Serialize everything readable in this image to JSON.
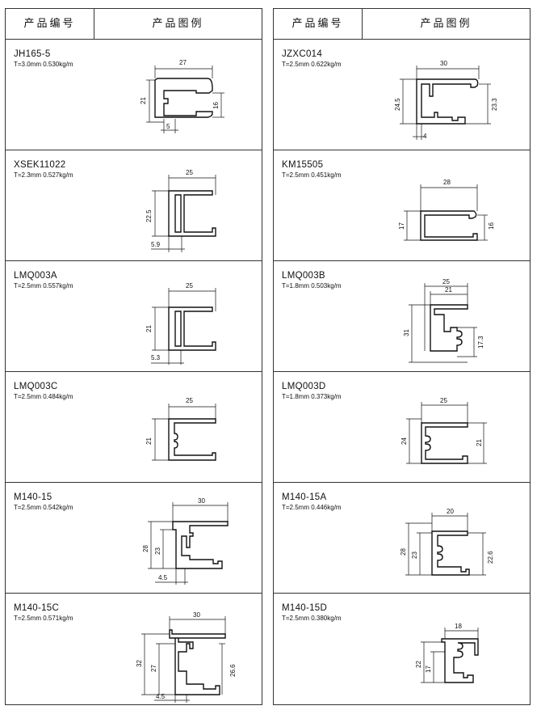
{
  "headers": {
    "code": "产品编号",
    "figure": "产品图例"
  },
  "left": [
    {
      "code": "JH165-5",
      "spec": "T=3.0mm  0.530kg/m",
      "dims": [
        "27",
        "21",
        "16",
        "5"
      ]
    },
    {
      "code": "XSEK11022",
      "spec": "T=2.3mm  0.527kg/m",
      "dims": [
        "25",
        "22.5",
        "5.9"
      ]
    },
    {
      "code": "LMQ003A",
      "spec": "T=2.5mm  0.557kg/m",
      "dims": [
        "25",
        "21",
        "5.3"
      ]
    },
    {
      "code": "LMQ003C",
      "spec": "T=2.5mm  0.484kg/m",
      "dims": [
        "25",
        "21"
      ]
    },
    {
      "code": "M140-15",
      "spec": "T=2.5mm  0.542kg/m",
      "dims": [
        "30",
        "28",
        "23",
        "4.5"
      ]
    },
    {
      "code": "M140-15C",
      "spec": "T=2.5mm  0.571kg/m",
      "dims": [
        "30",
        "32",
        "27",
        "26.6",
        "4.5"
      ]
    }
  ],
  "right": [
    {
      "code": "JZXC014",
      "spec": "T=2.5mm  0.622kg/m",
      "dims": [
        "30",
        "24.5",
        "23.3",
        "4"
      ]
    },
    {
      "code": "KM15505",
      "spec": "T=2.5mm  0.451kg/m",
      "dims": [
        "28",
        "17",
        "16"
      ]
    },
    {
      "code": "LMQ003B",
      "spec": "T=1.8mm  0.503kg/m",
      "dims": [
        "25",
        "21",
        "31",
        "17.3"
      ]
    },
    {
      "code": "LMQ003D",
      "spec": "T=1.8mm  0.373kg/m",
      "dims": [
        "25",
        "24",
        "21"
      ]
    },
    {
      "code": "M140-15A",
      "spec": "T=2.5mm  0.446kg/m",
      "dims": [
        "20",
        "28",
        "23",
        "22.6"
      ]
    },
    {
      "code": "M140-15D",
      "spec": "T=2.5mm  0.380kg/m",
      "dims": [
        "18",
        "22",
        "17"
      ]
    }
  ]
}
